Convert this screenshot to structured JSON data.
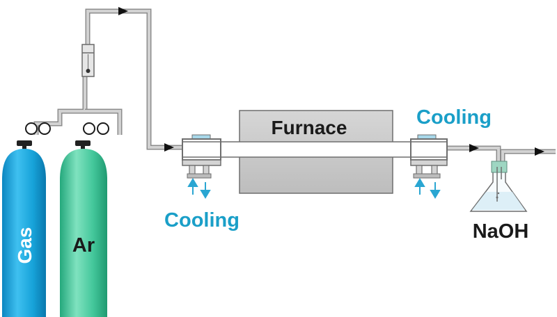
{
  "labels": {
    "furnace": "Furnace",
    "cooling_right": "Cooling",
    "cooling_left": "Cooling",
    "naoh": "NaOH",
    "gas": "Gas",
    "ar": "Ar"
  },
  "colors": {
    "pipe": "#c8c8c8",
    "pipe_edge": "#8c8c8c",
    "furnace": "#cccccc",
    "gas_cylinder": "#1aa3d6",
    "ar_cylinder": "#43c49a",
    "cooling_text": "#1a9fc8",
    "cooling_arrow": "#2aa6d2",
    "text_dark": "#1a1a1a"
  }
}
